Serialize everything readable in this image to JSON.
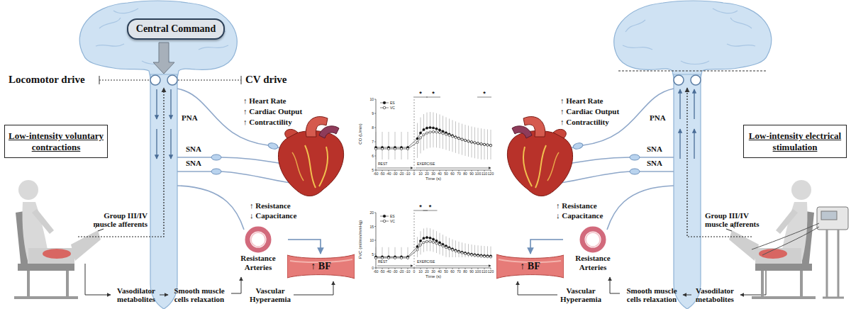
{
  "diagram": {
    "nodes": [
      {
        "text": [
          "Central Command"
        ]
      },
      {
        "text": [
          "Low-intensity voluntary contractions"
        ]
      },
      {
        "text": [
          "Low-intensity electrical stimulation"
        ]
      },
      {
        "text": [
          "Resistance Arteries"
        ]
      },
      {
        "text": [
          "↑ BF"
        ]
      },
      {
        "text": [
          "Resistance Arteries"
        ]
      },
      {
        "text": [
          "↑ BF"
        ]
      }
    ],
    "edges": [
      {
        "from": 3,
        "to": 4,
        "arrow": "to"
      },
      {
        "from": 5,
        "to": 6,
        "arrow": "to"
      }
    ],
    "labels": [
      "Locomotor drive",
      "CV drive",
      "PNA",
      "↑ Heart Rate",
      "↑ Cardiac Output",
      "↑ Contractility",
      "SNA",
      "SNA",
      "Group III/IV muscle afferents",
      "↑ Resistance",
      "↓ Capacitance",
      "Vasodilator metabolites",
      "Smooth muscle cells relaxation",
      "Vascular Hyperaemia",
      "PNA",
      "↑ Heart Rate",
      "↑ Cardiac Output",
      "↑ Contractility",
      "SNA",
      "SNA",
      "Group III/IV muscle afferents",
      "↑ Resistance",
      "↓ Capacitance",
      "Vasodilator metabolites",
      "Smooth muscle cells relaxation",
      "Vascular Hyperaemia",
      "CO (L/min)",
      "5",
      "6",
      "7",
      "8",
      "9",
      "10",
      "-60",
      "-50",
      "-40",
      "-30",
      "-20",
      "-10",
      "0",
      "10",
      "20",
      "30",
      "40",
      "50",
      "60",
      "70",
      "80",
      "90",
      "100",
      "110",
      "120",
      "REST",
      "EXERCISE",
      "Time (s)",
      "*",
      "*",
      "*",
      "FVC (ml/min/mmHg)",
      "0",
      "5",
      "10",
      "15",
      "20",
      "-60",
      "-50",
      "-40",
      "-30",
      "-20",
      "-10",
      "0",
      "10",
      "20",
      "30",
      "40",
      "50",
      "60",
      "70",
      "80",
      "90",
      "100",
      "110",
      "120",
      "REST",
      "EXERCISE",
      "Time (s)",
      "*",
      "*"
    ],
    "legend": [
      {
        "text": "ES"
      },
      {
        "text": "VC"
      },
      {
        "text": "ES"
      },
      {
        "text": "VC"
      }
    ]
  }
}
